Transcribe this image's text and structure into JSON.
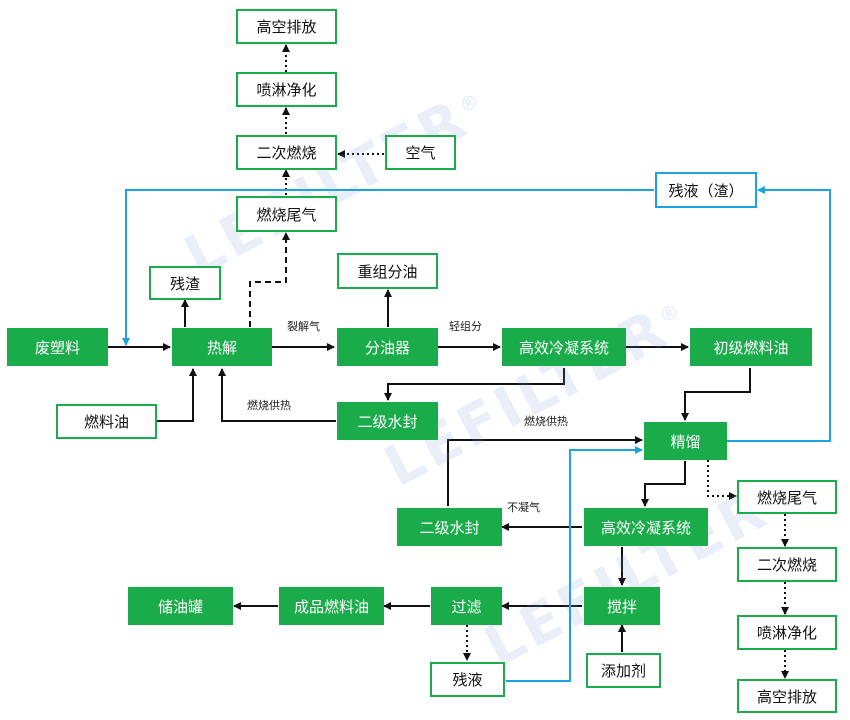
{
  "nodes": {
    "waste_plastic": "废塑料",
    "pyrolysis": "热解",
    "residue_top": "残渣",
    "fuel_oil_in": "燃料油",
    "oil_separator": "分油器",
    "heavy_oil": "重组分油",
    "condenser_top": "高效冷凝系统",
    "primary_fuel_oil": "初级燃料油",
    "water_seal_1": "二级水封",
    "flue_gas_1": "燃烧尾气",
    "secondary_combustion_1": "二次燃烧",
    "air": "空气",
    "spray_1": "喷淋净化",
    "high_emission_1": "高空排放",
    "residue_liquid_slag": "残液（渣）",
    "rectification": "精馏",
    "condenser_bottom": "高效冷凝系统",
    "water_seal_2": "二级水封",
    "stirring": "搅拌",
    "additive": "添加剂",
    "filtration": "过滤",
    "finished_fuel_oil": "成品燃料油",
    "storage_tank": "储油罐",
    "residue_liquid": "残液",
    "flue_gas_2": "燃烧尾气",
    "secondary_combustion_2": "二次燃烧",
    "spray_2": "喷淋净化",
    "high_emission_2": "高空排放"
  },
  "labels": {
    "cracking_gas": "裂解气",
    "light_fraction": "轻组分",
    "combustion_heat_1": "燃烧供热",
    "combustion_heat_2": "燃烧供热",
    "non_condensable": "不凝气"
  },
  "watermark": "LEFILTER",
  "colors": {
    "green": "#1aab4b",
    "blue_line": "#1aa3e0",
    "black_line": "#111111"
  }
}
